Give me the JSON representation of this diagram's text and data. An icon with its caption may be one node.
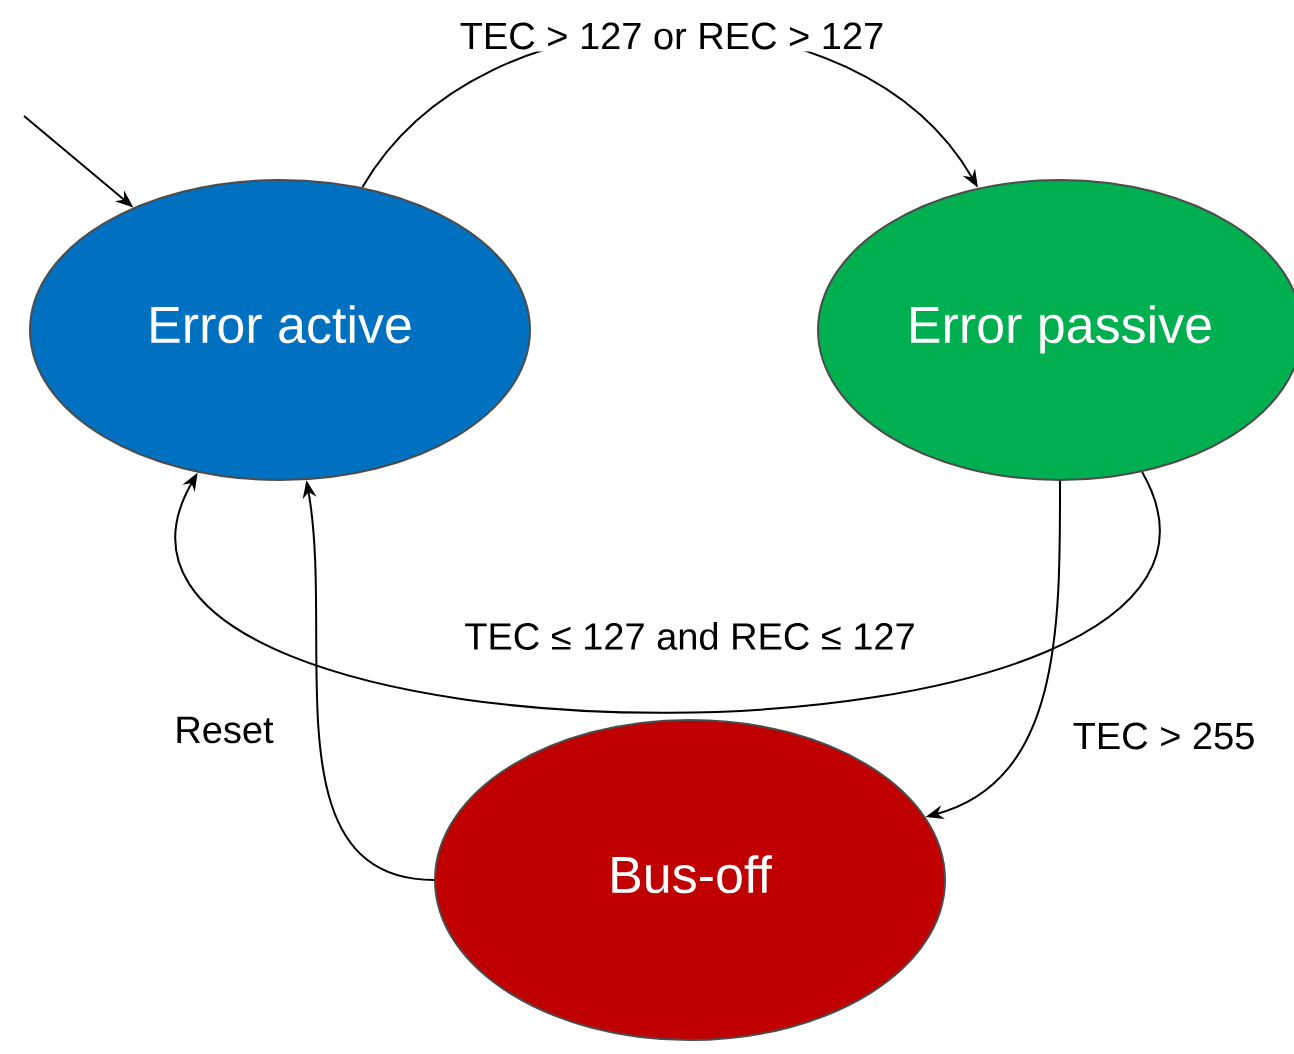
{
  "diagram": {
    "nodes": [
      {
        "text": [
          "Error active"
        ]
      },
      {
        "text": [
          "Error passive"
        ]
      },
      {
        "text": [
          "Bus-off"
        ]
      }
    ],
    "edges": [
      {
        "from": null,
        "to": 0,
        "arrow": "to"
      },
      {
        "from": 0,
        "to": 1,
        "arrow": "to",
        "label": "TEC > 127 or REC > 127"
      },
      {
        "from": 1,
        "to": 0,
        "arrow": "to",
        "label": "TEC ≤ 127 and REC ≤ 127"
      },
      {
        "from": 1,
        "to": 2,
        "arrow": "to",
        "label": "TEC > 255"
      },
      {
        "from": 2,
        "to": 0,
        "arrow": "to",
        "label": "Reset"
      }
    ]
  }
}
